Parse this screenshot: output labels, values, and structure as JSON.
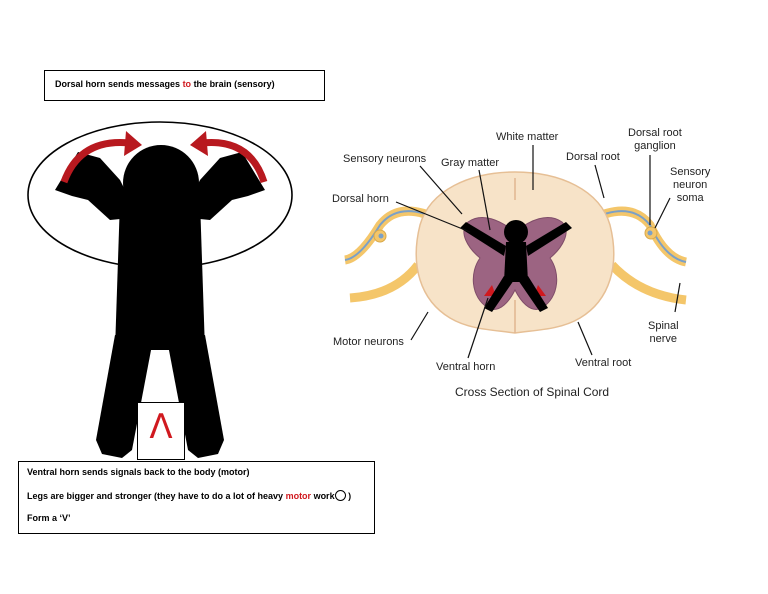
{
  "top_note": {
    "before": "Dorsal horn sends messages ",
    "highlight": "to",
    "after": " the brain (sensory)"
  },
  "v_symbol": "Λ",
  "bottom_note": {
    "line1": "Ventral horn sends signals back to the body (motor)",
    "line2_before": "Legs are bigger and stronger (they have to do a lot of heavy ",
    "line2_highlight": "motor",
    "line2_after": " work",
    "line2_end": " )",
    "line3": "Form a ‘V’"
  },
  "spinal_cord": {
    "caption": "Cross Section of Spinal Cord",
    "labels": {
      "white_matter": "White matter",
      "sensory_neurons": "Sensory neurons",
      "gray_matter": "Gray matter",
      "dorsal_root": "Dorsal root",
      "dorsal_root_ganglion_1": "Dorsal root",
      "dorsal_root_ganglion_2": "ganglion",
      "sensory_soma_1": "Sensory",
      "sensory_soma_2": "neuron",
      "sensory_soma_3": "soma",
      "dorsal_horn": "Dorsal horn",
      "spinal_nerve_1": "Spinal",
      "spinal_nerve_2": "nerve",
      "motor_neurons": "Motor neurons",
      "ventral_root": "Ventral root",
      "ventral_horn": "Ventral horn"
    }
  },
  "colors": {
    "accent_red": "#d0191f",
    "arrow_red": "#b8191f",
    "white_matter": "#f7e3c8",
    "gray_matter": "#9c6482",
    "nerve_yellow": "#f4c66a",
    "nerve_blue": "#7aa0c8"
  }
}
